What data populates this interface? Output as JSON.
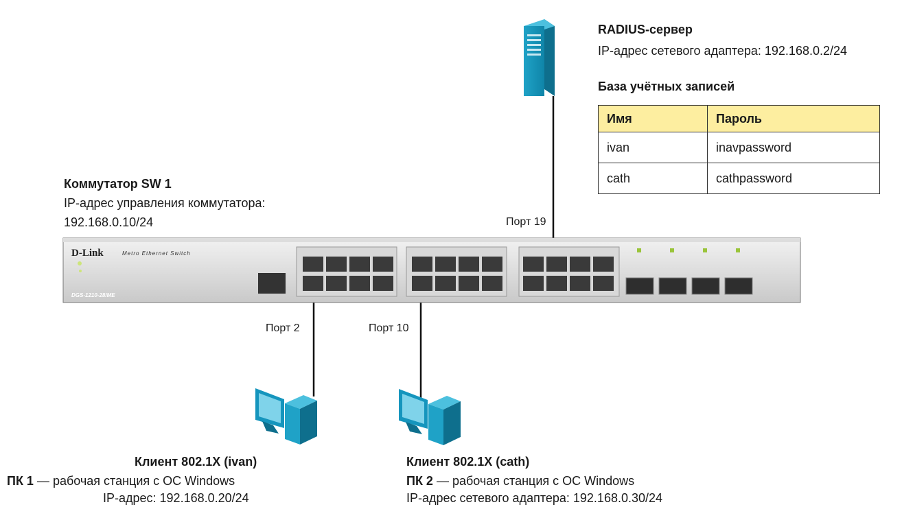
{
  "radius": {
    "title": "RADIUS-сервер",
    "ip": "IP-адрес сетевого адаптера: 192.168.0.2/24",
    "db_title": "База учётных записей",
    "table": {
      "headers": [
        "Имя",
        "Пароль"
      ],
      "rows": [
        [
          "ivan",
          "inavpassword"
        ],
        [
          "cath",
          "cathpassword"
        ]
      ]
    }
  },
  "switch": {
    "title": "Коммутатор SW 1",
    "ip_label": "IP-адрес управления коммутатора:",
    "ip": "192.168.0.10/24",
    "brand": "D-Link",
    "series": "Metro Ethernet Switch",
    "model": "DGS-1210-28/ME"
  },
  "ports": {
    "p19": "Порт 19",
    "p2": "Порт 2",
    "p10": "Порт 10"
  },
  "client1": {
    "title": "Клиент 802.1X (ivan)",
    "pc_bold": "ПК 1",
    "pc_rest": " — рабочая станция с ОС Windows",
    "ip": "IP-адрес: 192.168.0.20/24"
  },
  "client2": {
    "title": "Клиент 802.1X (cath)",
    "pc_bold": "ПК 2",
    "pc_rest": " — рабочая станция с ОС Windows",
    "ip": "IP-адрес сетевого адаптера: 192.168.0.30/24"
  },
  "colors": {
    "device_blue": "#1fa2c7",
    "table_header": "#fdeea0",
    "cable": "#111111"
  },
  "icons": [
    "server-icon",
    "switch-icon",
    "pc-icon"
  ]
}
